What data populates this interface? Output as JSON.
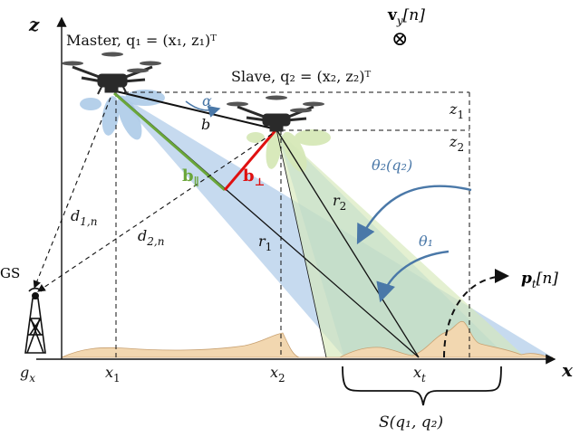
{
  "axes": {
    "x": "x",
    "z": "z"
  },
  "master_label": "Master, q₁ = (x₁, z₁)ᵀ",
  "slave_label": "Slave, q₂ = (x₂, z₂)ᵀ",
  "velocity_label": "v",
  "velocity_sub": "y",
  "velocity_arg": "[n]",
  "velocity_symbol": "⊗",
  "alpha": "α",
  "b": "b",
  "b_parallel": "b",
  "b_parallel_sub": "∥",
  "b_perp": "b",
  "b_perp_sub": "⊥",
  "z1": "z",
  "z1_sub": "1",
  "z2": "z",
  "z2_sub": "2",
  "theta2": "θ₂(q₂)",
  "theta1": "θ₁",
  "r1": "r",
  "r1_sub": "1",
  "r2": "r",
  "r2_sub": "2",
  "d1n": "d",
  "d1n_sub": "1,n",
  "d2n": "d",
  "d2n_sub": "2,n",
  "gs": "GS",
  "gx": "g",
  "gx_sub": "x",
  "x1": "x",
  "x1_sub": "1",
  "x2": "x",
  "x2_sub": "2",
  "xt": "x",
  "xt_sub": "t",
  "pt": "p",
  "pt_sub": "t",
  "pt_arg": "[n]",
  "footprint": "S(q₁, q₂)",
  "colors": {
    "beam_master": "#aecbe8",
    "beam_slave": "#d6e8b8",
    "terrain": "#f2d7b0",
    "b_parallel": "#6aa63a",
    "b_perp": "#e01010",
    "annot_blue": "#4a78a8"
  }
}
